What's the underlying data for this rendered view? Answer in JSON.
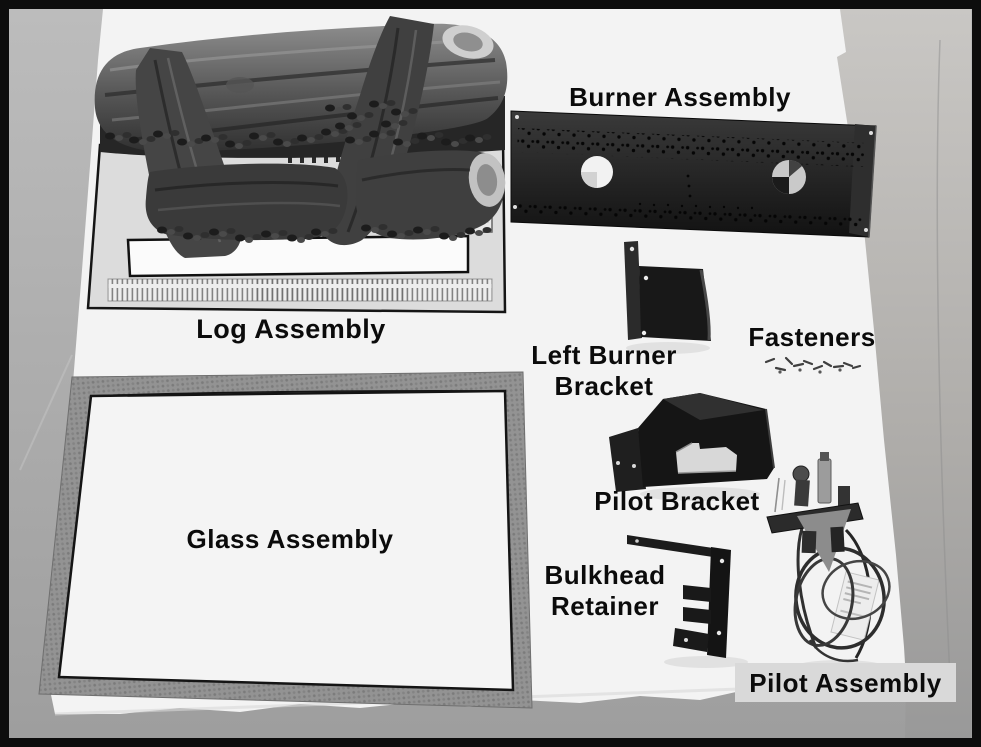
{
  "figure": {
    "caption_style": "parts identification photo",
    "labels": {
      "burner_assembly": "Burner Assembly",
      "log_assembly": "Log Assembly",
      "left_burner_bracket": {
        "line1": "Left Burner",
        "line2": "Bracket"
      },
      "fasteners": "Fasteners",
      "pilot_bracket": "Pilot Bracket",
      "glass_assembly": "Glass Assembly",
      "bulkhead_retainer": {
        "line1": "Bulkhead",
        "line2": "Retainer"
      },
      "pilot_assembly": "Pilot Assembly"
    }
  },
  "colors": {
    "frame": "#0d0d0d",
    "label_text": "#0b0b0b",
    "pilot_label_bg": "#d9d9d9",
    "sheet": "#f3f3f3",
    "floor": "#ababab",
    "metal_dark": "#1a1a1a",
    "gasket": "#939393"
  }
}
